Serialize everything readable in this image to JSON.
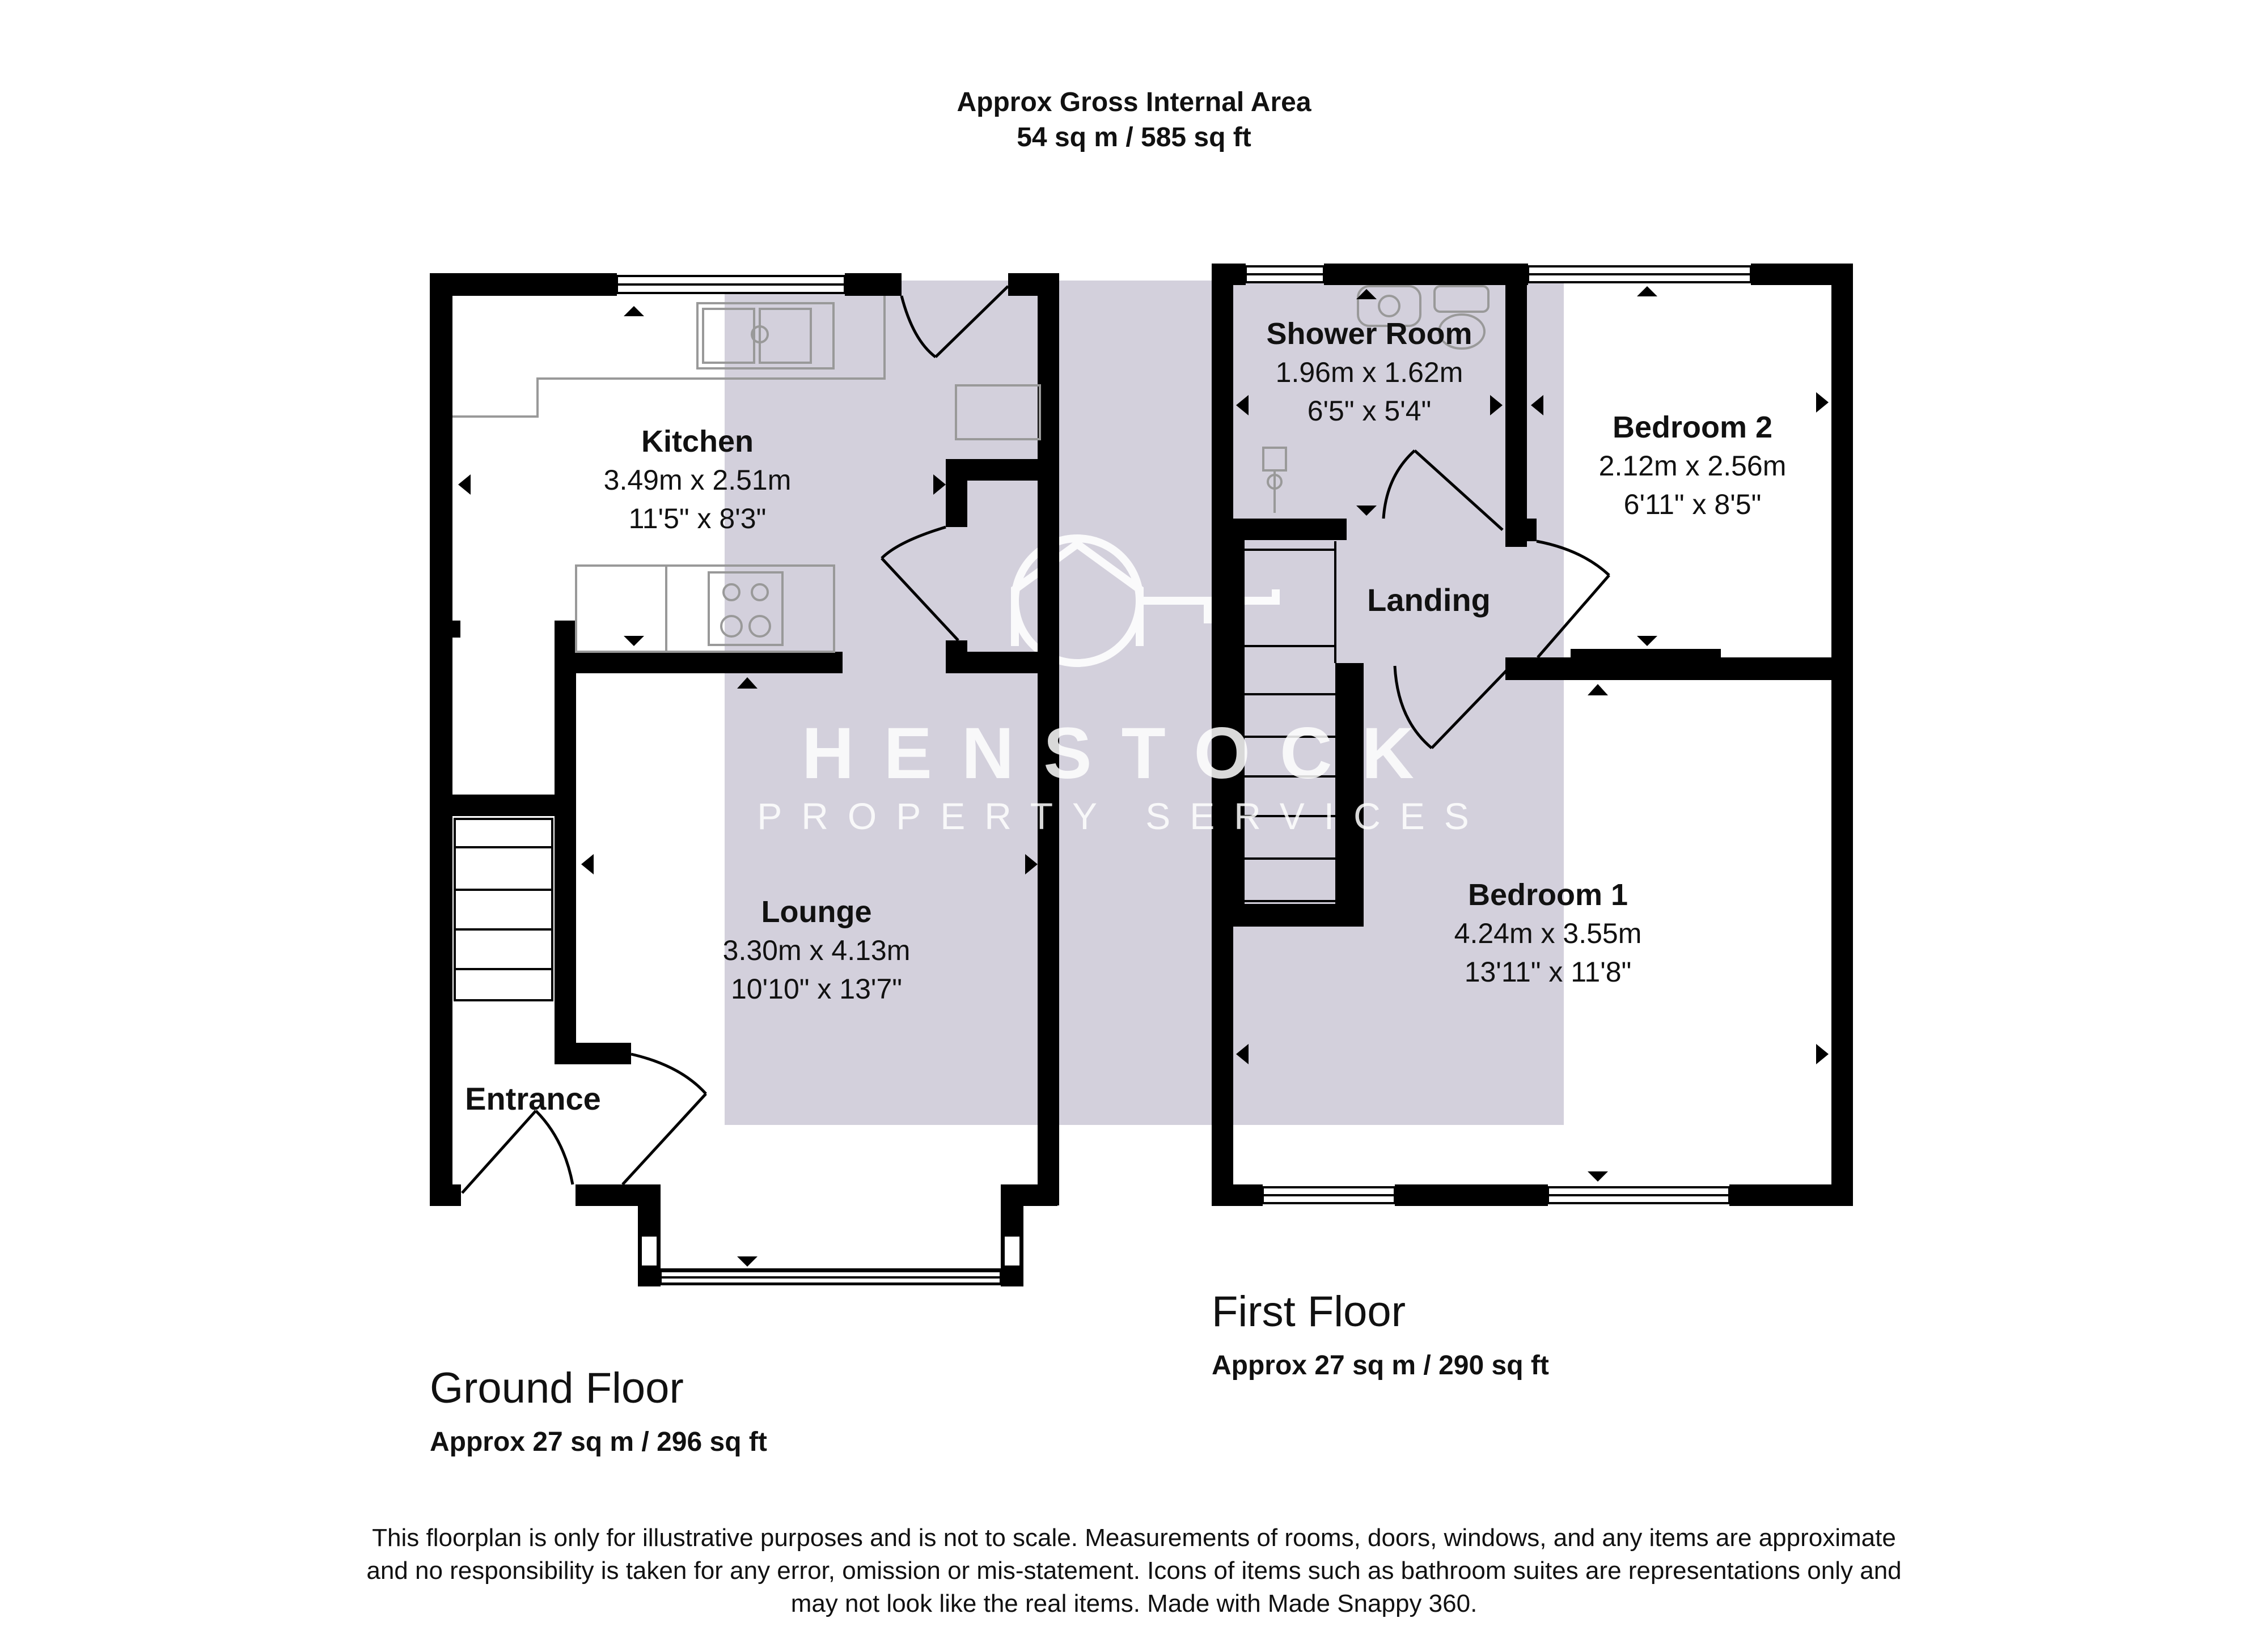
{
  "header": {
    "title": "Approx Gross Internal Area",
    "area": "54 sq m / 585 sq ft"
  },
  "floors": {
    "ground": {
      "title": "Ground Floor",
      "area": "Approx 27 sq m / 296 sq ft",
      "rooms": {
        "kitchen": {
          "name": "Kitchen",
          "metric": "3.49m x 2.51m",
          "imperial": "11'5\" x 8'3\""
        },
        "lounge": {
          "name": "Lounge",
          "metric": "3.30m x 4.13m",
          "imperial": "10'10\" x 13'7\""
        },
        "entrance": {
          "name": "Entrance"
        }
      }
    },
    "first": {
      "title": "First Floor",
      "area": "Approx 27 sq m / 290 sq ft",
      "rooms": {
        "shower_room": {
          "name": "Shower Room",
          "metric": "1.96m x 1.62m",
          "imperial": "6'5\" x 5'4\""
        },
        "bedroom2": {
          "name": "Bedroom 2",
          "metric": "2.12m x 2.56m",
          "imperial": "6'11\" x 8'5\""
        },
        "landing": {
          "name": "Landing"
        },
        "bedroom1": {
          "name": "Bedroom 1",
          "metric": "4.24m x 3.55m",
          "imperial": "13'11\" x 11'8\""
        }
      }
    }
  },
  "watermark": {
    "brand": "HENSTOCK",
    "tagline": "PROPERTY SERVICES"
  },
  "disclaimer": {
    "line1": "This floorplan is only for illustrative purposes and is not to scale. Measurements of rooms, doors, windows, and any items are approximate",
    "line2": "and no responsibility is taken for any error, omission or mis-statement. Icons of items such as bathroom suites are representations only and",
    "line3": "may not look like the real items. Made with Made Snappy 360."
  },
  "colors": {
    "wall": "#000000",
    "watermark_band": "#d3d0dc",
    "watermark_text": "#ffffff"
  }
}
